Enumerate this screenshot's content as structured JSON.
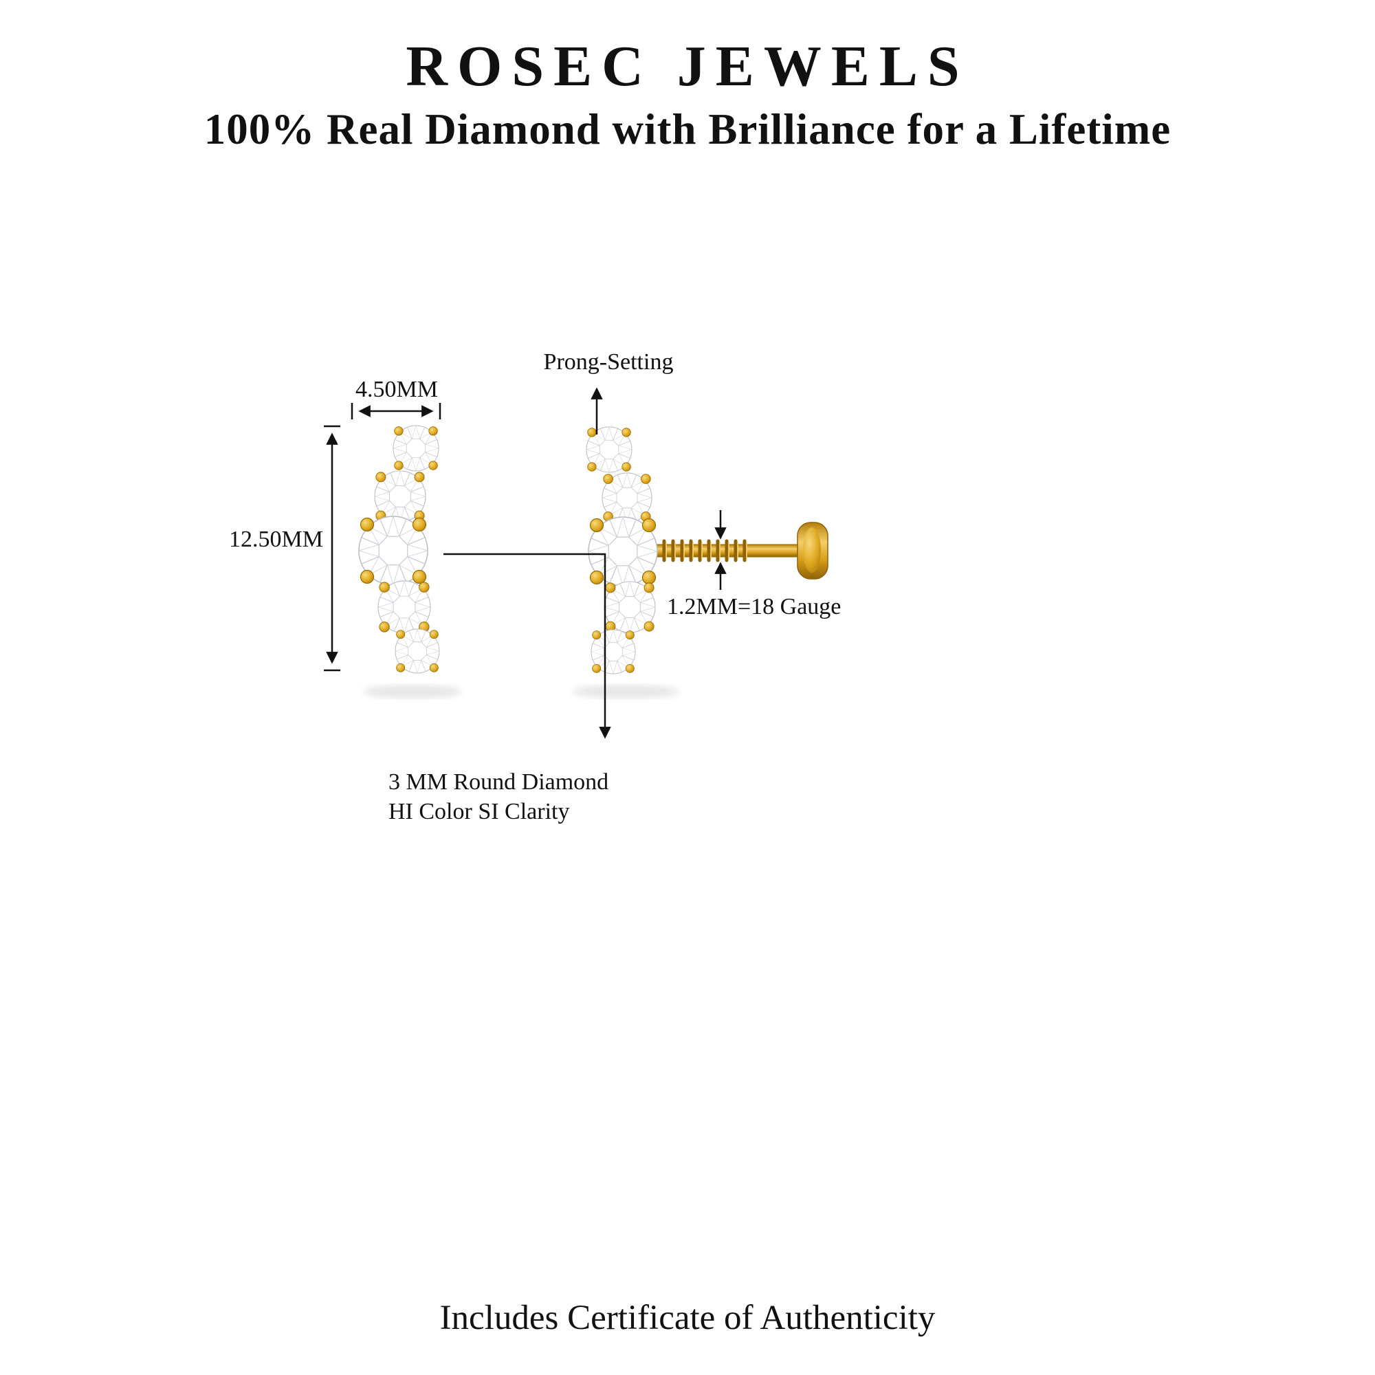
{
  "header": {
    "brand": "ROSEC JEWELS",
    "tagline": "100% Real Diamond with Brilliance for a Lifetime"
  },
  "annotations": {
    "width_label": "4.50MM",
    "height_label": "12.50MM",
    "prong_setting_label": "Prong-Setting",
    "gauge_label": "1.2MM=18 Gauge",
    "diamond_spec_line1": "3 MM Round Diamond",
    "diamond_spec_line2": "HI Color SI Clarity"
  },
  "footer": {
    "certificate_note": "Includes Certificate of Authenticity"
  },
  "product": {
    "type": "diamond climber earring illustration",
    "views": [
      "front-view",
      "side-view-with-screw-back"
    ]
  },
  "colors": {
    "background": "#FFFFFF",
    "text": "#111111",
    "gold": "#D9A01C",
    "gold_dark": "#8F6205",
    "gold_light": "#F6D06B",
    "diamond_outline": "#B6BCC4"
  }
}
